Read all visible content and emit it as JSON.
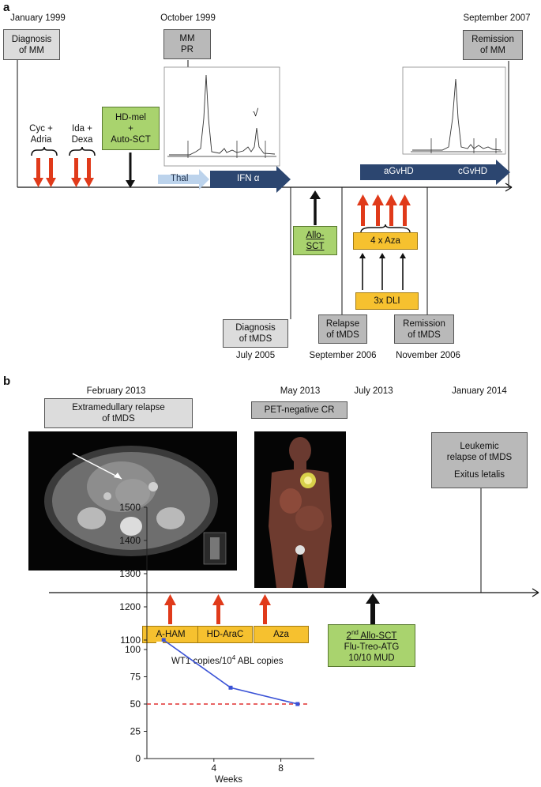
{
  "panel_a": {
    "panel_label": "a",
    "dates": {
      "jan1999": "January 1999",
      "oct1999": "October 1999",
      "sep2007": "September 2007",
      "jul2005": "July 2005",
      "sep2006": "September 2006",
      "nov2006": "November 2006"
    },
    "boxes": {
      "diagnosis_mm": [
        "Diagnosis",
        "of MM"
      ],
      "mm_pr": [
        "MM",
        "PR"
      ],
      "remission_mm": [
        "Remission",
        "of MM"
      ],
      "hd_mel": [
        "HD-mel",
        "+",
        "Auto-SCT"
      ],
      "allo_sct": [
        "Allo-",
        "SCT"
      ],
      "aza4": "4 x Aza",
      "dli3": "3x DLI",
      "diagnosis_tmds": [
        "Diagnosis",
        "of tMDS"
      ],
      "relapse_tmds": [
        "Relapse",
        "of tMDS"
      ],
      "remission_tmds": [
        "Remission",
        "of tMDS"
      ]
    },
    "drugs": {
      "cyc": [
        "Cyc +",
        "Adria"
      ],
      "ida": [
        "Ida +",
        "Dexa"
      ]
    },
    "arrows": {
      "thal": "Thal",
      "ifn": "IFN α",
      "agvhd": "aGvHD",
      "cgvhd": "cGvHD"
    },
    "electrophoresis_mark": "√"
  },
  "panel_b": {
    "panel_label": "b",
    "dates": {
      "feb2013": "February 2013",
      "may2013": "May 2013",
      "jul2013": "July 2013",
      "jan2014": "January 2014"
    },
    "boxes": {
      "extramedullary": [
        "Extramedullary relapse",
        "of tMDS"
      ],
      "pet_cr": "PET-negative CR",
      "leukemic": [
        "Leukemic",
        "relapse of tMDS",
        "Exitus letalis"
      ],
      "a_ham": "A-HAM",
      "hd_arac": "HD-AraC",
      "aza": "Aza",
      "allo2_sup": "nd",
      "allo2_num": "2",
      "allo2_rest": " Allo-SCT",
      "flu": "Flu-Treo-ATG",
      "mud": "10/10 MUD"
    }
  },
  "chart_data": {
    "type": "line",
    "title": "WT1 copies/10⁴ ABL copies",
    "title_parts": {
      "pre": "WT1 copies/10",
      "sup": "4",
      "post": " ABL copies"
    },
    "xlabel": "Weeks",
    "ylabel": "",
    "xticks": [
      4,
      8
    ],
    "yticks": [
      0,
      25,
      50,
      75,
      100,
      1100,
      1200,
      1300,
      1400,
      1500
    ],
    "x": [
      1,
      5,
      9
    ],
    "series": [
      {
        "name": "",
        "values": [
          1100,
          65,
          50
        ],
        "color": "#3a52d6"
      }
    ],
    "reference_line": {
      "value": 50,
      "color": "#e03030",
      "style": "dashed"
    },
    "axis_break": true
  },
  "colors": {
    "grey_box": "#b9b9b9",
    "light_grey_box": "#dcdcdc",
    "green_box": "#a9d36e",
    "yellow_box": "#f6c12f",
    "red_arrow": "#e03a1a",
    "navy_arrow": "#2c4670",
    "light_blue_arrow": "#bcd3ec"
  }
}
